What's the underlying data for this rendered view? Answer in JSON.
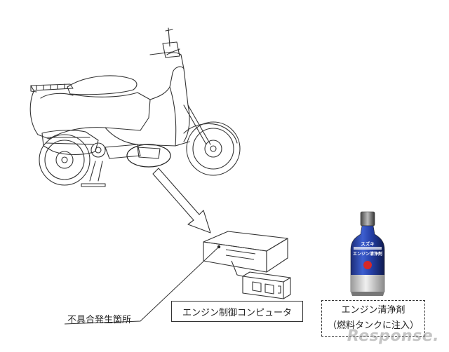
{
  "labels": {
    "defect_location": "不具合発生箇所",
    "ecu": "エンジン制御コンピュータ",
    "cleaner_line1": "エンジン清浄剤",
    "cleaner_line2": "（燃料タンクに注入）"
  },
  "bottle": {
    "brand": "スズキ",
    "name": "エンジン清浄剤"
  },
  "watermark": "Response."
}
